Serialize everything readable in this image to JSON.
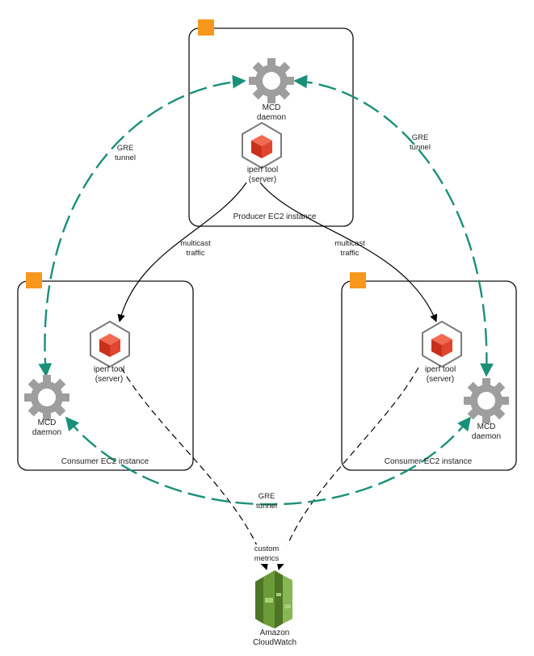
{
  "instances": {
    "producer": {
      "label": "Producer EC2 instance"
    },
    "consumer_left": {
      "label": "Consumer EC2 instance"
    },
    "consumer_right": {
      "label": "Consumer EC2 instance"
    }
  },
  "nodes": {
    "mcd_top": {
      "label": "MCD\ndaemon",
      "icon": "gear-icon"
    },
    "mcd_left": {
      "label": "MCD\ndaemon",
      "icon": "gear-icon"
    },
    "mcd_right": {
      "label": "MCD\ndaemon",
      "icon": "gear-icon"
    },
    "iperf_top": {
      "label": "iperf tool\n(server)",
      "icon": "iperf-cube-icon"
    },
    "iperf_left": {
      "label": "iperf tool\n(server)",
      "icon": "iperf-cube-icon"
    },
    "iperf_right": {
      "label": "iperf tool\n(server)",
      "icon": "iperf-cube-icon"
    },
    "cloudwatch": {
      "label": "Amazon\nCloudWatch",
      "icon": "cloudwatch-icon"
    }
  },
  "edges": {
    "gre_left": "GRE\ntunnel",
    "gre_right": "GRE\ntunnel",
    "gre_bottom": "GRE\ntunnel",
    "multicast_left": "multicast\ntraffic",
    "multicast_right": "multicast\ntraffic",
    "custom_metrics": "custom\nmetrics"
  },
  "colors": {
    "gre_tunnel": "#1a9079",
    "instance_badge": "#f7981d",
    "gear": "#9e9e9e",
    "cube_red": "#e1452f",
    "cloudwatch_green": "#6b9b37"
  }
}
